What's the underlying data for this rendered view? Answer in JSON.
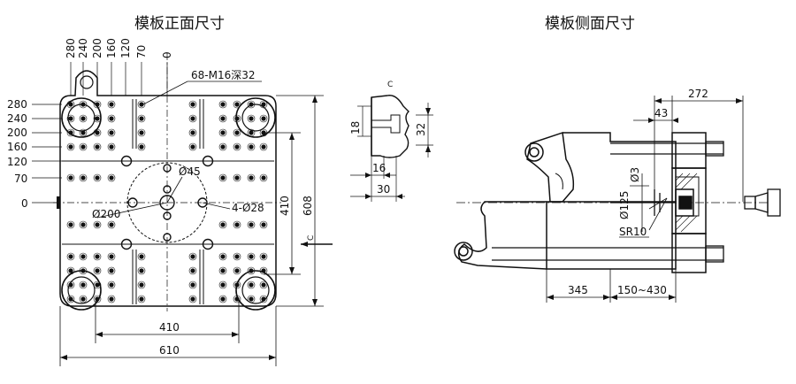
{
  "titles": {
    "front": "模板正面尺寸",
    "side": "模板侧面尺寸"
  },
  "front": {
    "top_dims": [
      "280",
      "240",
      "200",
      "160",
      "120",
      "70",
      "0"
    ],
    "left_dims": [
      "280",
      "240",
      "200",
      "160",
      "120",
      "70",
      "0"
    ],
    "callout_tapped": "68-M16深32",
    "callout_center_hole": "Ø45",
    "callout_circle": "Ø200",
    "callout_holes": "4-Ø28",
    "dim_410_horizontal": "410",
    "dim_610": "610",
    "dim_410_vertical": "410",
    "dim_608": "608",
    "section_mark": "C"
  },
  "detail": {
    "section_mark": "C",
    "dim_18": "18",
    "dim_32": "32",
    "dim_16": "16",
    "dim_30": "30"
  },
  "side": {
    "dim_272": "272",
    "dim_43": "43",
    "dim_phi3": "Ø3",
    "dim_phi125": "Ø125",
    "dim_sr10": "SR10",
    "dim_345": "345",
    "dim_stroke": "150~430"
  }
}
